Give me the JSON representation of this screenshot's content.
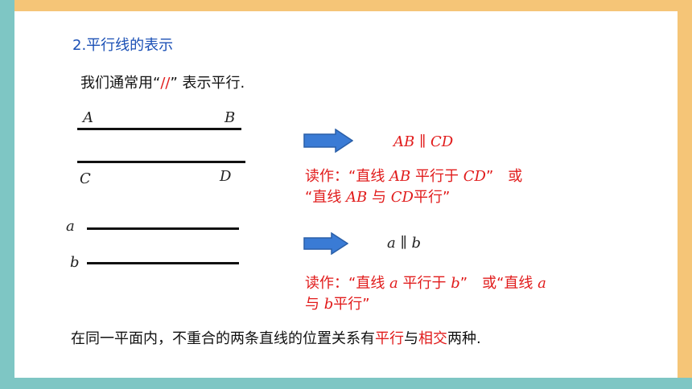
{
  "section_title": "2.平行线的表示",
  "intro": {
    "prefix": "我们通常用“",
    "symbol": "//",
    "suffix": "” 表示平行."
  },
  "diagram1": {
    "label_A": "A",
    "label_B": "B",
    "label_C": "C",
    "label_D": "D"
  },
  "result1": {
    "notation": "AB ∥ CD",
    "read_line1": {
      "prefix": "读作：“直线 ",
      "v1": "AB",
      "mid": " 平行于 ",
      "v2": "CD",
      "suffix": "”　或"
    },
    "read_line2": {
      "prefix": "“直线 ",
      "v1": "AB",
      "mid": " 与 ",
      "v2": "CD",
      "suffix": "平行”"
    }
  },
  "diagram2": {
    "label_a": "a",
    "label_b": "b"
  },
  "result2": {
    "notation": "a ∥ b",
    "read_line1": {
      "prefix": "读作：“直线 ",
      "v1": "a",
      "mid": " 平行于 ",
      "v2": "b",
      "suffix": "”　或“直线 ",
      "v3": "a"
    },
    "read_line2": {
      "prefix": "与 ",
      "v1": "b",
      "suffix": "平行”"
    }
  },
  "conclusion": {
    "prefix": "在同一平面内，不重合的两条直线的位置关系有",
    "term1": "平行",
    "mid": "与",
    "term2": "相交",
    "suffix": "两种."
  },
  "colors": {
    "title": "#1a4fb5",
    "emphasis": "#e11b1b",
    "arrow": "#3a7bd5",
    "frame_top": "#f5c577",
    "frame_side": "#7ec6c4"
  }
}
